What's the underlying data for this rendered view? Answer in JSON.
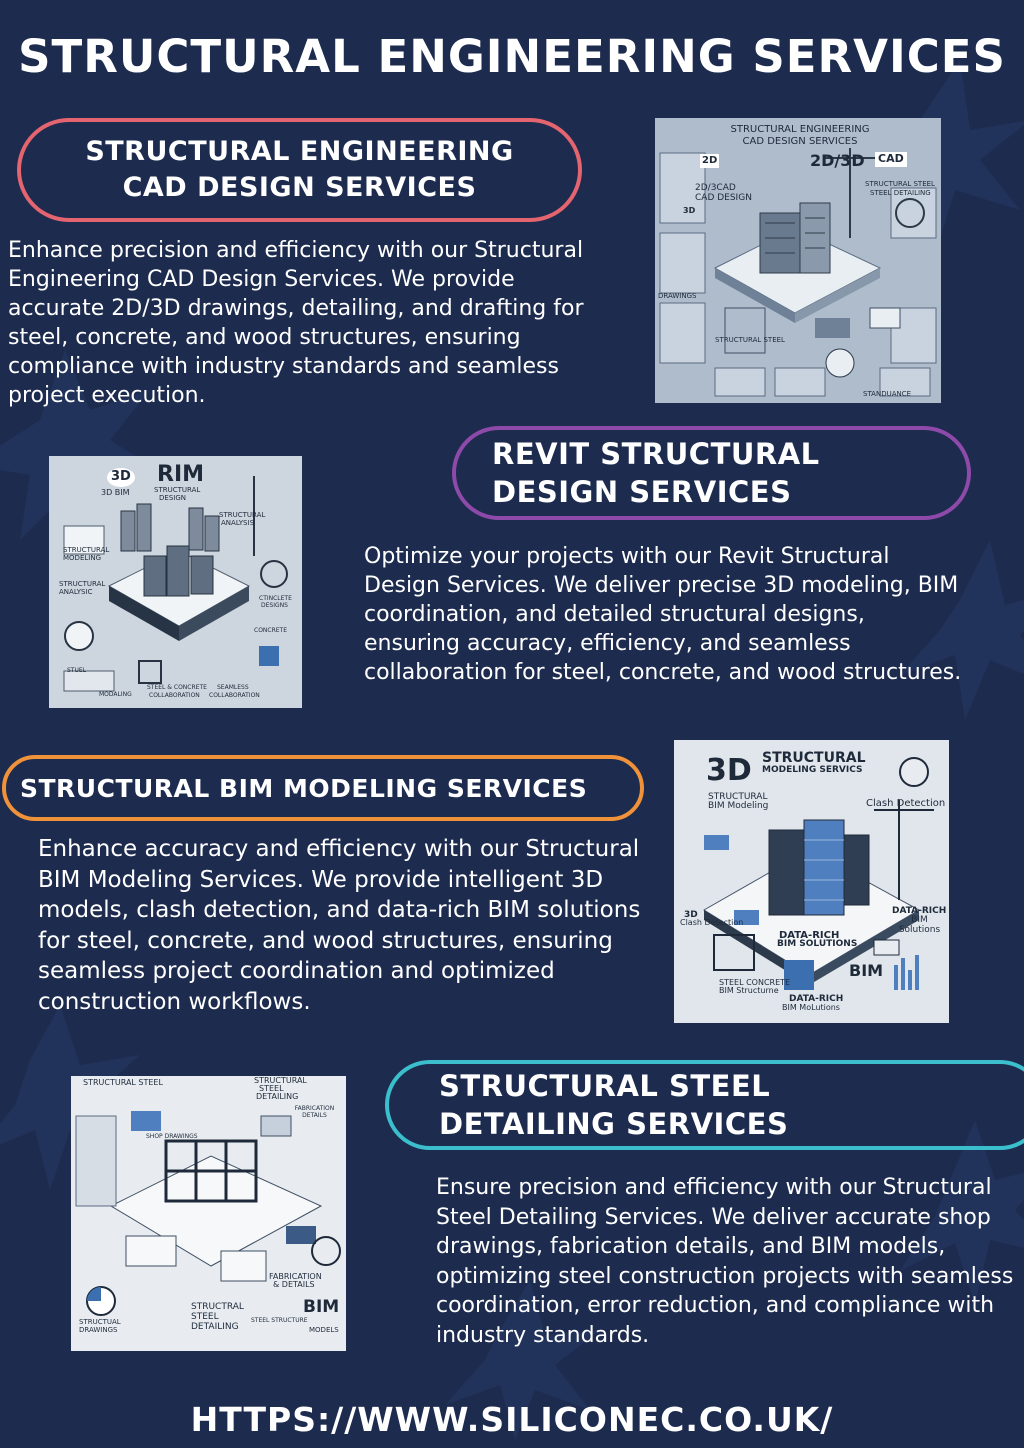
{
  "page": {
    "title": "STRUCTURAL ENGINEERING SERVICES",
    "url": "HTTPS://WWW.SILICONEC.CO.UK/"
  },
  "colors": {
    "background": "#1d2b4f",
    "accent_1": "#e4646f",
    "accent_2": "#8e4aa9",
    "accent_3": "#f0923a",
    "accent_4": "#3cbfcd"
  },
  "sections": [
    {
      "heading_line1": "STRUCTURAL ENGINEERING",
      "heading_line2": "CAD DESIGN SERVICES",
      "body": "Enhance precision and efficiency with our Structural Engineering CAD Design Services. We provide accurate 2D/3D drawings, detailing, and drafting for steel, concrete, and wood structures, ensuring compliance with industry standards and seamless project execution.",
      "figure": {
        "title_line1": "STRUCTURAL ENGINEERING",
        "title_line2": "CAD DESIGN SERVICES",
        "label_a": "2D/3D",
        "label_b": "CAD",
        "label_c": "2D/3CAD",
        "label_d": "CAD DESIGN",
        "label_e": "STRUCTURAL STEEL",
        "label_f": "STEEL DETAILING",
        "label_g": "3D",
        "label_h": "DRAWINGS",
        "label_i": "STRUCTURAL STEEL",
        "label_j": "STANDUANCE"
      }
    },
    {
      "heading_line1": "REVIT STRUCTURAL",
      "heading_line2": "DESIGN SERVICES",
      "body": "Optimize your projects with our Revit Structural Design Services. We deliver precise 3D modeling, BIM coordination, and detailed structural designs, ensuring accuracy, efficiency, and seamless collaboration for steel, concrete, and wood structures.",
      "figure": {
        "label_a": "3D",
        "label_b": "RIM",
        "label_c": "3D BIM",
        "label_d": "STRUCTURAL",
        "label_e": "DESIGN",
        "label_f": "STRUCTURAL",
        "label_g": "ANALYSIS",
        "label_h": "STRUCTURAL",
        "label_i": "MODELING",
        "label_j": "STRUCTURAL",
        "label_k": "ANALYSIC",
        "label_l": "CTINCLETE",
        "label_m": "DESIGNS",
        "label_n": "CONCRETE",
        "label_o": "MODALING",
        "label_p": "STEEL & CONCRETE",
        "label_q": "COLLABORATION",
        "label_r": "SEAMLESS",
        "label_s": "COLLABORATION",
        "label_t": "STUEL"
      }
    },
    {
      "heading_line1": "STRUCTURAL BIM MODELING SERVICES",
      "body": "Enhance accuracy and efficiency with our Structural BIM Modeling Services. We provide intelligent 3D models, clash detection, and data-rich BIM solutions for steel, concrete, and wood structures, ensuring seamless project coordination and optimized construction workflows.",
      "figure": {
        "label_a": "3D",
        "label_b": "STRUCTURAL",
        "label_c": "MODELING SERVICS",
        "label_d": "STRUCTURAL",
        "label_e": "BIM Modeling",
        "label_f": "Clash Detection",
        "label_g": "3D",
        "label_h": "Clash Detection",
        "label_i": "DATA-RICH",
        "label_j": "BIM SOLUTIONS",
        "label_k": "DATA-RICH",
        "label_l": "BIM Solutions",
        "label_m": "BIM",
        "label_n": "STEEL CONCRETE",
        "label_o": "BIM Structurne",
        "label_p": "DATA-RICH",
        "label_q": "BIM MoLutions"
      }
    },
    {
      "heading_line1": "STRUCTURAL STEEL",
      "heading_line2": "DETAILING SERVICES",
      "body": "Ensure precision and efficiency with our Structural Steel Detailing Services. We deliver accurate shop drawings, fabrication details, and BIM models, optimizing steel construction projects with seamless coordination, error reduction, and compliance with industry standards.",
      "figure": {
        "label_a": "STRUCTURAL STEEL",
        "label_b": "STRUCTURAL",
        "label_c": "STEEL",
        "label_d": "DETAILING",
        "label_e": "SHOP DRAWINGS",
        "label_f": "FABRICATION DETAILS",
        "label_g": "FABRICATION",
        "label_h": "& DETAILS",
        "label_i": "STRUCTRAL",
        "label_j": "STEEL",
        "label_k": "DETAILING",
        "label_l": "BIM",
        "label_m": "STRUCTUAL",
        "label_n": "DRAWINGS",
        "label_o": "STEEL STRUCTURE",
        "label_p": "MODELS"
      }
    }
  ]
}
